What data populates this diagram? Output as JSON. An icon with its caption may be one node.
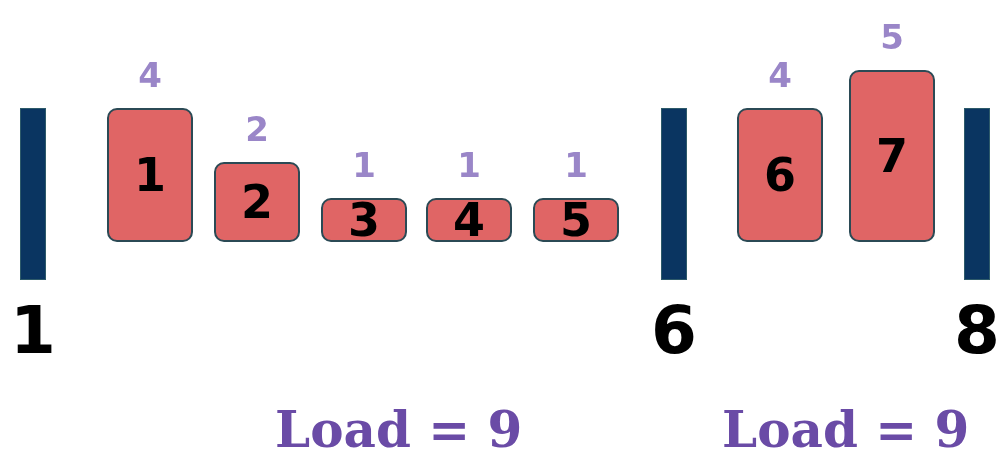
{
  "diagram": {
    "nodes": [
      {
        "text": [],
        "shape": "bar"
      },
      {
        "text": [
          "1"
        ],
        "beside": [
          "4"
        ]
      },
      {
        "text": [
          "2"
        ],
        "beside": [
          "2"
        ]
      },
      {
        "text": [
          "3"
        ],
        "beside": [
          "1"
        ]
      },
      {
        "text": [
          "4"
        ],
        "beside": [
          "1"
        ]
      },
      {
        "text": [
          "5"
        ],
        "beside": [
          "1"
        ]
      },
      {
        "text": [],
        "shape": "bar"
      },
      {
        "text": [
          "6"
        ],
        "beside": [
          "4"
        ]
      },
      {
        "text": [
          "7"
        ],
        "beside": [
          "5"
        ]
      },
      {
        "text": [],
        "shape": "bar"
      }
    ],
    "labels": [
      "1",
      "6",
      "8",
      "Load = 9",
      "Load = 9"
    ]
  }
}
